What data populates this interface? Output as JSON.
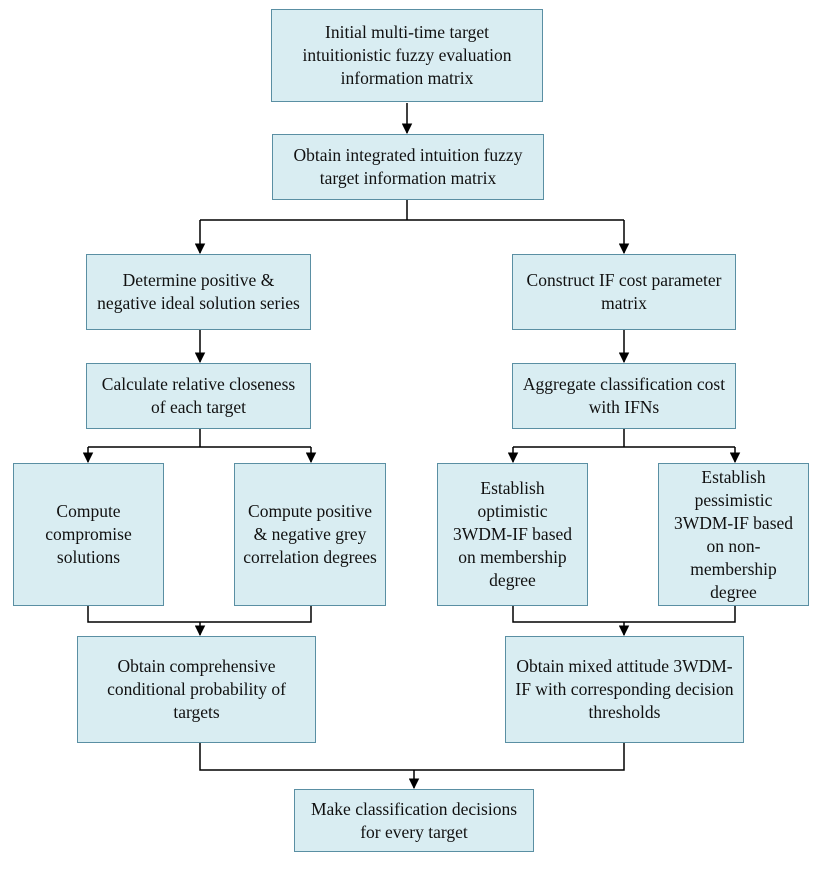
{
  "diagram": {
    "nodes": {
      "initial_matrix": "Initial multi-time target intuitionistic fuzzy evaluation information matrix",
      "integrated_matrix": "Obtain integrated intuition fuzzy target information matrix",
      "ideal_solution": "Determine positive & negative ideal solution series",
      "cost_matrix": "Construct IF cost parameter matrix",
      "relative_closeness": "Calculate relative closeness of each target",
      "aggregate_cost": "Aggregate classification cost with IFNs",
      "compromise": "Compute compromise solutions",
      "grey_correlation": "Compute positive & negative grey correlation degrees",
      "optimistic": "Establish optimistic 3WDM-IF based on membership degree",
      "pessimistic": "Establish pessimistic 3WDM-IF based on non-membership degree",
      "conditional_probability": "Obtain comprehensive conditional probability of targets",
      "mixed_attitude": "Obtain mixed attitude 3WDM-IF with corresponding decision thresholds",
      "final_decision": "Make classification decisions for every target"
    },
    "colors": {
      "box_fill": "#d9edf2",
      "box_border": "#5a8fa3",
      "connector": "#000000"
    }
  }
}
